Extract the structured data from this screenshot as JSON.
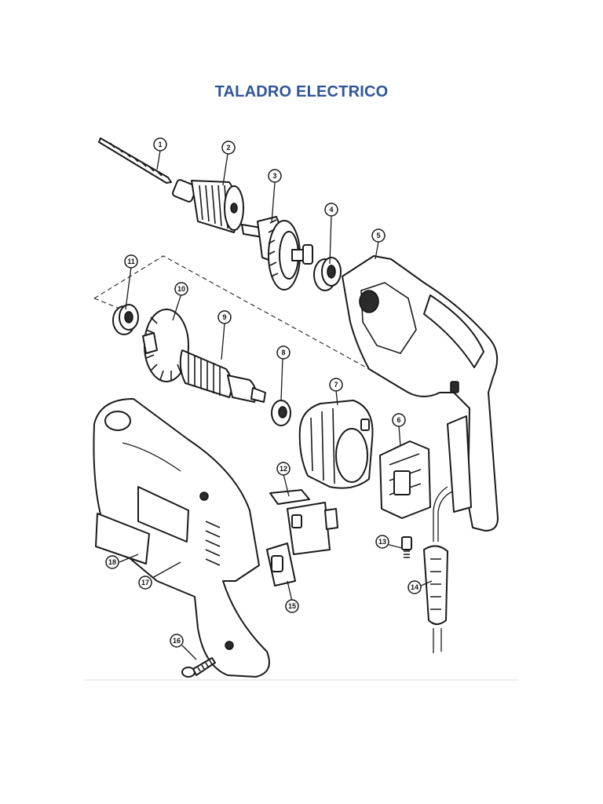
{
  "title": "TALADRO ELECTRICO",
  "callouts": [
    "1",
    "2",
    "3",
    "4",
    "5",
    "6",
    "7",
    "8",
    "9",
    "10",
    "11",
    "12",
    "13",
    "14",
    "15",
    "16",
    "17",
    "18"
  ]
}
